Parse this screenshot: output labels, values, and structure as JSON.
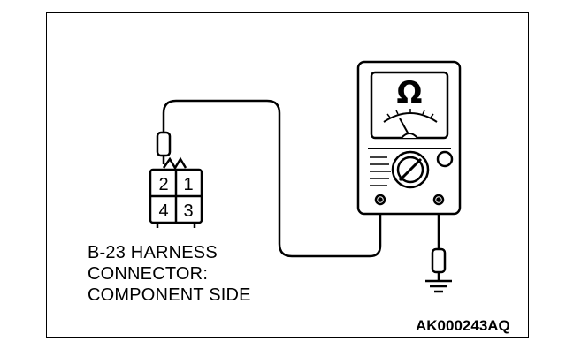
{
  "diagram": {
    "connector_label_lines": [
      "B-23 HARNESS",
      "CONNECTOR:",
      "COMPONENT SIDE"
    ],
    "pins": [
      "2",
      "1",
      "4",
      "3"
    ],
    "meter_symbol": "Ω",
    "reference_code": "AK000243AQ",
    "icons": [
      "ohmmeter-icon",
      "ground-icon",
      "test-probe-icon",
      "harness-connector-icon"
    ]
  }
}
